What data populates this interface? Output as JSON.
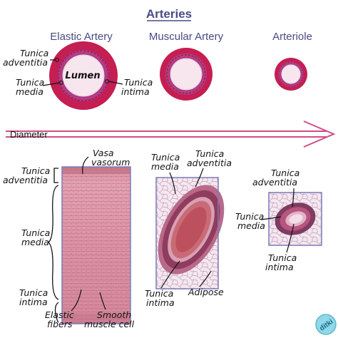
{
  "title": "Arteries",
  "types": {
    "elastic": "Elastic Artery",
    "muscular": "Muscular Artery",
    "arteriole": "Arteriole"
  },
  "labels": {
    "tunica_adventitia": "Tunica adventitia",
    "tunica_media": "Tunica media",
    "tunica_intima": "Tunica intima",
    "lumen": "Lumen",
    "vasa_vasorum": "Vasa vasorum",
    "elastic_fibers": "Elastic fibers",
    "smooth_muscle_cell": "Smooth muscle cell",
    "adipose": "Adipose",
    "diameter": "Diameter"
  },
  "colors": {
    "title": "#4a4a86",
    "adventitia": "#c41e52",
    "media": "#c23a72",
    "intima": "#f7e3ec",
    "arrow": "#d24c86",
    "tissue": "#d88a9c",
    "photo_frame": "#7a7ab8"
  },
  "logo": "ditki"
}
